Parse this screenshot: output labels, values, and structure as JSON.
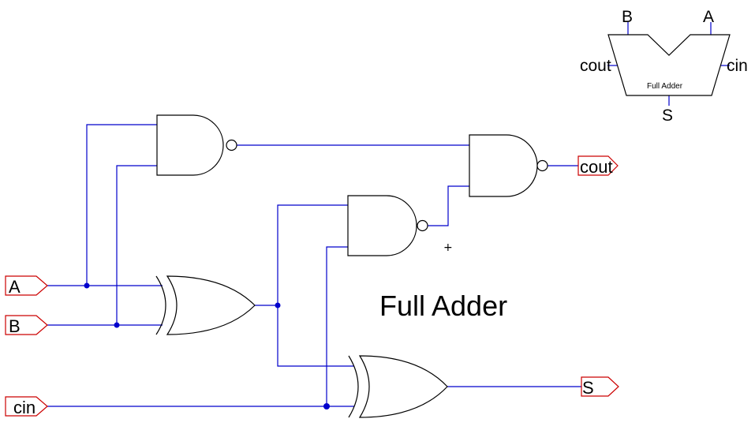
{
  "diagram": {
    "title": "Full Adder",
    "inputs": {
      "a": "A",
      "b": "B",
      "cin": "cin"
    },
    "outputs": {
      "cout": "cout",
      "s": "S"
    },
    "colors": {
      "wire": "#0000cc",
      "port_outline": "#cc0000",
      "gate_outline": "#000000"
    },
    "gates": [
      "nand",
      "nand",
      "nand",
      "xor",
      "xor"
    ]
  },
  "symbol": {
    "name": "Full Adder",
    "pin_b": "B",
    "pin_a": "A",
    "pin_cout": "cout",
    "pin_cin": "cin",
    "pin_s": "S"
  },
  "cursor": {
    "glyph": "+"
  }
}
